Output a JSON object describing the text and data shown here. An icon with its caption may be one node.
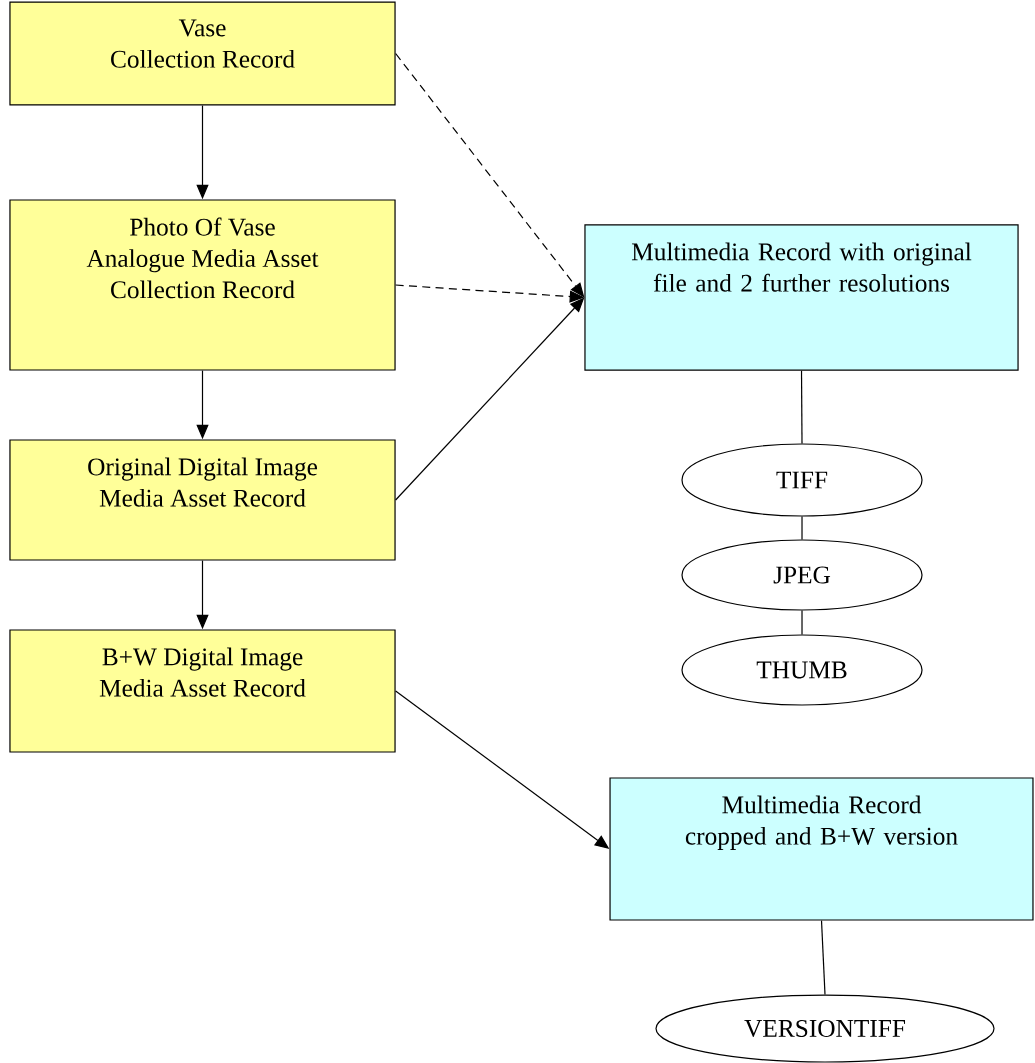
{
  "diagram": {
    "nodes": [
      {
        "text": [
          "Vase",
          "Collection Record"
        ]
      },
      {
        "text": [
          "Photo Of Vase",
          "Analogue Media Asset",
          "Collection Record"
        ]
      },
      {
        "text": [
          "Original Digital Image",
          "Media Asset Record"
        ]
      },
      {
        "text": [
          "B+W Digital Image",
          "Media Asset Record"
        ]
      },
      {
        "text": [
          "Multimedia Record with original file and 2 further resolutions"
        ]
      },
      {
        "text": [
          "TIFF"
        ]
      },
      {
        "text": [
          "JPEG"
        ]
      },
      {
        "text": [
          "THUMB"
        ]
      },
      {
        "text": [
          "Multimedia Record cropped and B+W version"
        ]
      },
      {
        "text": [
          "VERSIONTIFF"
        ]
      }
    ],
    "edges": [
      {
        "from": 0,
        "to": 1,
        "arrow": "to"
      },
      {
        "from": 1,
        "to": 2,
        "arrow": "to"
      },
      {
        "from": 2,
        "to": 3,
        "arrow": "to"
      },
      {
        "from": 0,
        "to": 4,
        "arrow": "to",
        "style": "dashed"
      },
      {
        "from": 1,
        "to": 4,
        "arrow": "to",
        "style": "dashed"
      },
      {
        "from": 2,
        "to": 4,
        "arrow": "to"
      },
      {
        "from": 3,
        "to": 8,
        "arrow": "to"
      },
      {
        "from": 4,
        "to": 5,
        "arrow": "none"
      },
      {
        "from": 5,
        "to": 6,
        "arrow": "none"
      },
      {
        "from": 6,
        "to": 7,
        "arrow": "none"
      },
      {
        "from": 8,
        "to": 9,
        "arrow": "none"
      }
    ]
  }
}
